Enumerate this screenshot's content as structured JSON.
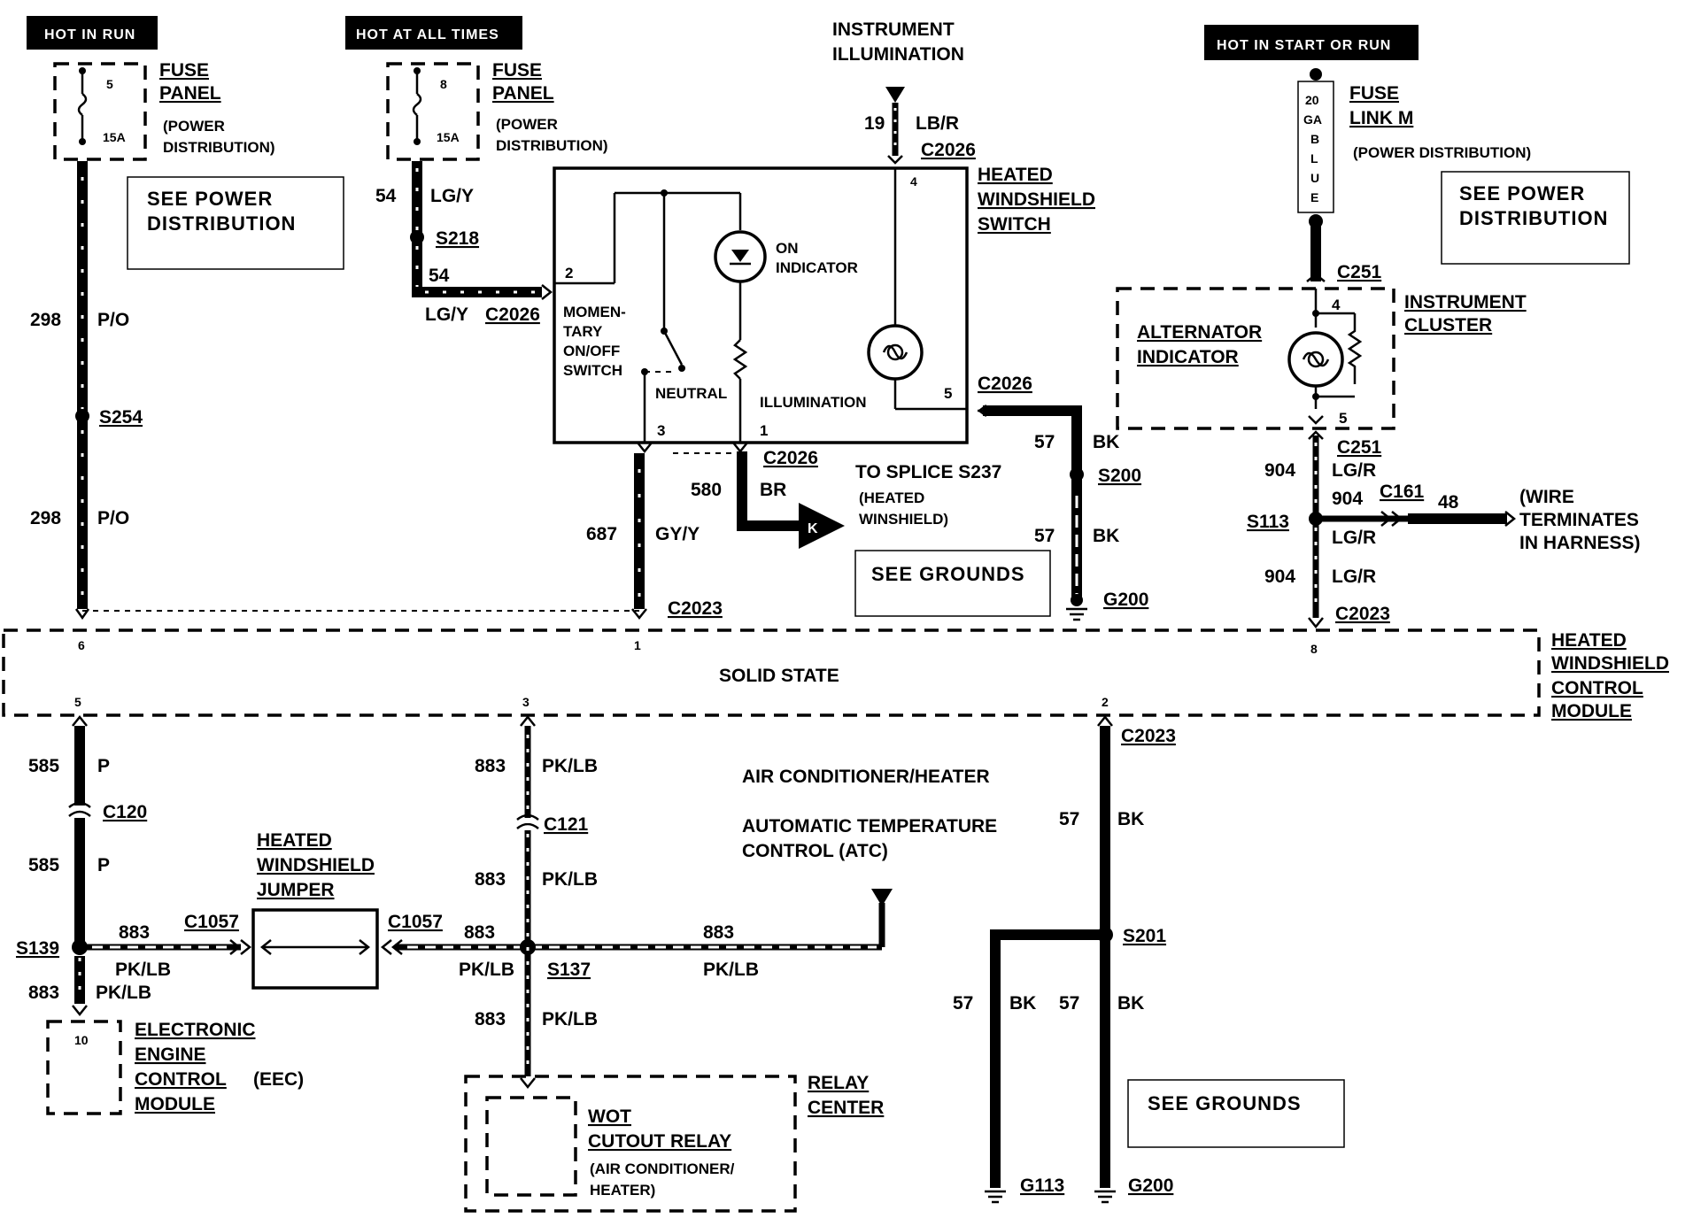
{
  "headers": {
    "hot_in_run": "HOT IN RUN",
    "hot_at_all_times": "HOT AT ALL TIMES",
    "hot_in_start_or_run": "HOT IN START OR RUN"
  },
  "fuse_left": {
    "number": "5",
    "rating": "15A",
    "label1": "FUSE",
    "label2": "PANEL",
    "label3": "(POWER",
    "label4": "DISTRIBUTION)"
  },
  "fuse_mid": {
    "number": "8",
    "rating": "15A",
    "label1": "FUSE",
    "label2": "PANEL",
    "label3": "(POWER",
    "label4": "DISTRIBUTION)"
  },
  "fuse_link": {
    "text": [
      "20",
      "GA",
      "B",
      "L",
      "U",
      "E"
    ],
    "label1": "FUSE",
    "label2": "LINK M",
    "label3": "(POWER DISTRIBUTION)"
  },
  "see_power_1": [
    "SEE POWER",
    "DISTRIBUTION"
  ],
  "see_power_2": [
    "SEE POWER",
    "DISTRIBUTION"
  ],
  "see_grounds_1": "SEE GROUNDS",
  "see_grounds_2": "SEE GROUNDS",
  "instrument_illumination": [
    "INSTRUMENT",
    "ILLUMINATION"
  ],
  "switch": {
    "title": [
      "HEATED",
      "WINDSHIELD",
      "SWITCH"
    ],
    "on_indicator": [
      "ON",
      "INDICATOR"
    ],
    "momentary": [
      "MOMEN-",
      "TARY",
      "ON/OFF",
      "SWITCH"
    ],
    "neutral": "NEUTRAL",
    "illumination": "ILLUMINATION",
    "pins": {
      "p2": "2",
      "p3": "3",
      "p1": "1",
      "p4": "4",
      "p5": "5"
    }
  },
  "cluster": {
    "title": [
      "INSTRUMENT",
      "CLUSTER"
    ],
    "alt": [
      "ALTERNATOR",
      "INDICATOR"
    ],
    "pin4": "4",
    "pin5": "5"
  },
  "module": {
    "title": [
      "HEATED",
      "WINDSHIELD",
      "CONTROL",
      "MODULE"
    ],
    "solid_state": "SOLID STATE",
    "pins": {
      "p6": "6",
      "p1": "1",
      "p8": "8",
      "p5": "5",
      "p3": "3",
      "p2": "2"
    }
  },
  "wires": {
    "w298a": "298",
    "po_a": "P/O",
    "s254": "S254",
    "w298b": "298",
    "po_b": "P/O",
    "w54": "54",
    "lgy": "LG/Y",
    "s218": "S218",
    "w54b": "54",
    "lgy2": "LG/Y",
    "c2026a": "C2026",
    "w19": "19",
    "lbr": "LB/R",
    "c2026b": "C2026",
    "c2026c": "C2026",
    "w57a": "57",
    "bka": "BK",
    "s200": "S200",
    "w57b": "57",
    "bkb": "BK",
    "g200a": "G200",
    "c2026d": "C2026",
    "w580": "580",
    "br": "BR",
    "k": "K",
    "splice": [
      "TO SPLICE S237",
      "(HEATED",
      "WINSHIELD)"
    ],
    "w687": "687",
    "gyy": "GY/Y",
    "c2023a": "C2023",
    "c251a": "C251",
    "c251b": "C251",
    "w904a": "904",
    "lgr_a": "LG/R",
    "w904b": "904",
    "c161": "C161",
    "w48": "48",
    "s113": "S113",
    "lgr_b": "LG/R",
    "w904c": "904",
    "lgr_c": "LG/R",
    "c2023b": "C2023",
    "terminates": [
      "(WIRE",
      "TERMINATES",
      "IN HARNESS)"
    ],
    "w585a": "585",
    "p_a": "P",
    "c120": "C120",
    "w585b": "585",
    "p_b": "P",
    "s139": "S139",
    "w883a": "883",
    "pklb_a": "PK/LB",
    "c1057a": "C1057",
    "jumper": [
      "HEATED",
      "WINDSHIELD",
      "JUMPER"
    ],
    "c1057b": "C1057",
    "w883b": "883",
    "pklb_b": "PK/LB",
    "s137": "S137",
    "w883c": "883",
    "pklb_c": "PK/LB",
    "w883d": "883",
    "pklb_d": "PK/LB",
    "w883e": "883",
    "pklb_e": "PK/LB",
    "c121": "C121",
    "w883f": "883",
    "pklb_f": "PK/LB",
    "w883g": "883",
    "pklb_g": "PK/LB",
    "eec": [
      "ELECTRONIC",
      "ENGINE",
      "CONTROL",
      "(EEC)",
      "MODULE"
    ],
    "eec_pin": "10",
    "relay": [
      "RELAY",
      "CENTER"
    ],
    "wot": [
      "WOT",
      "CUTOUT RELAY",
      "(AIR CONDITIONER/",
      "HEATER)"
    ],
    "ac_heater": "AIR CONDITIONER/HEATER",
    "atc": [
      "AUTOMATIC TEMPERATURE",
      "CONTROL (ATC)"
    ],
    "c2023c": "C2023",
    "w57c": "57",
    "bkc": "BK",
    "s201": "S201",
    "w57d": "57",
    "bkd": "BK",
    "w57e": "57",
    "bke": "BK",
    "g113": "G113",
    "g200b": "G200"
  }
}
